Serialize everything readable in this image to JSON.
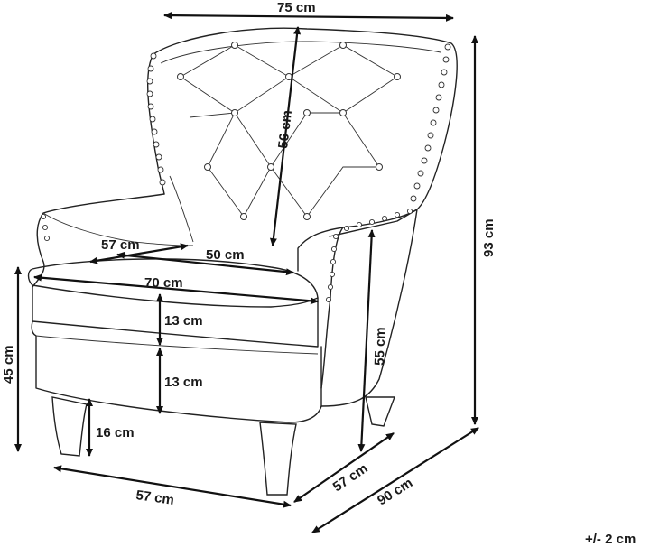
{
  "dimensions": {
    "total_width": "75 cm",
    "back_height": "56 cm",
    "total_height": "93 cm",
    "inner_seat_depth": "57 cm",
    "inner_seat_width": "50 cm",
    "seat_width": "70 cm",
    "cushion_thickness": "13 cm",
    "base_thickness": "13 cm",
    "seat_height": "45 cm",
    "leg_height": "16 cm",
    "arm_height": "55 cm",
    "front_width": "57 cm",
    "side_depth": "57 cm",
    "total_depth": "90 cm"
  },
  "tolerance": "+/- 2 cm",
  "colors": {
    "line": "#222222",
    "background": "#ffffff",
    "text": "#1a1a1a"
  }
}
